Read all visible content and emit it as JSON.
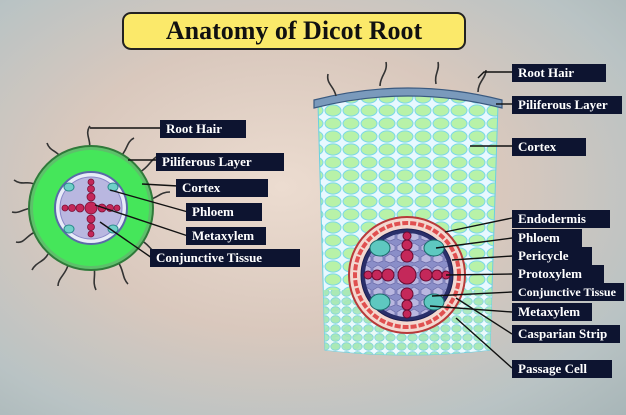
{
  "title": "Anatomy of Dicot Root",
  "left_labels": {
    "root_hair": "Root Hair",
    "piliferous_layer": "Piliferous Layer",
    "cortex": "Cortex",
    "phloem": "Phloem",
    "metaxylem": "Metaxylem",
    "conjunctive_tissue": "Conjunctive Tissue"
  },
  "right_labels": {
    "root_hair": "Root Hair",
    "piliferous_layer": "Piliferous Layer",
    "cortex": "Cortex",
    "endodermis": "Endodermis",
    "phloem": "Phloem",
    "pericycle": "Pericycle",
    "protoxylem": "Protoxylem",
    "conjunctive_tissue": "Conjunctive Tissue",
    "metaxylem": "Metaxylem",
    "casparian_strip": "Casparian Strip",
    "passage_cell": "Passage Cell"
  },
  "colors": {
    "title_bg": "#fbe96a",
    "label_bg": "#0d1430",
    "cortex_green": "#4ee65a",
    "cortex_cell": "#b8f2a8",
    "stele": "#b9b7e0",
    "xylem": "#c4285a",
    "endodermis": "#d8444a"
  }
}
